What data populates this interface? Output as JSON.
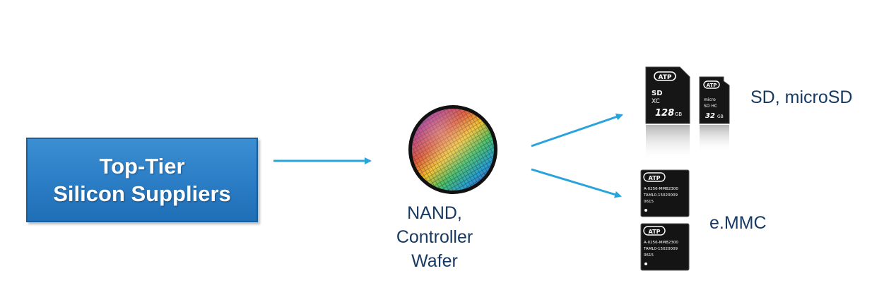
{
  "supplier_box": {
    "line1": "Top-Tier",
    "line2": "Silicon Suppliers"
  },
  "wafer": {
    "label_line1": "NAND,",
    "label_line2": "Controller",
    "label_line3": "Wafer"
  },
  "sd_product": {
    "label": "SD, microSD",
    "sd_card_brand": "ATP",
    "sd_card_capacity": "128",
    "sd_card_unit": "GB",
    "microsd_card_brand": "ATP",
    "microsd_card_capacity": "32",
    "microsd_card_unit": "GB"
  },
  "emmc_product": {
    "label": "e.MMC",
    "chips": [
      {
        "brand": "ATP",
        "line1": "A-0256-MMB2300",
        "line2": "TAML0-15020009",
        "line3": "0615"
      },
      {
        "brand": "ATP",
        "line1": "A-0256-MMB2300",
        "line2": "TAML0-15020009",
        "line3": "0615"
      }
    ]
  },
  "colors": {
    "arrow": "#29a3dc",
    "box_fill": "#2a7cc4",
    "label_text": "#173a63"
  }
}
